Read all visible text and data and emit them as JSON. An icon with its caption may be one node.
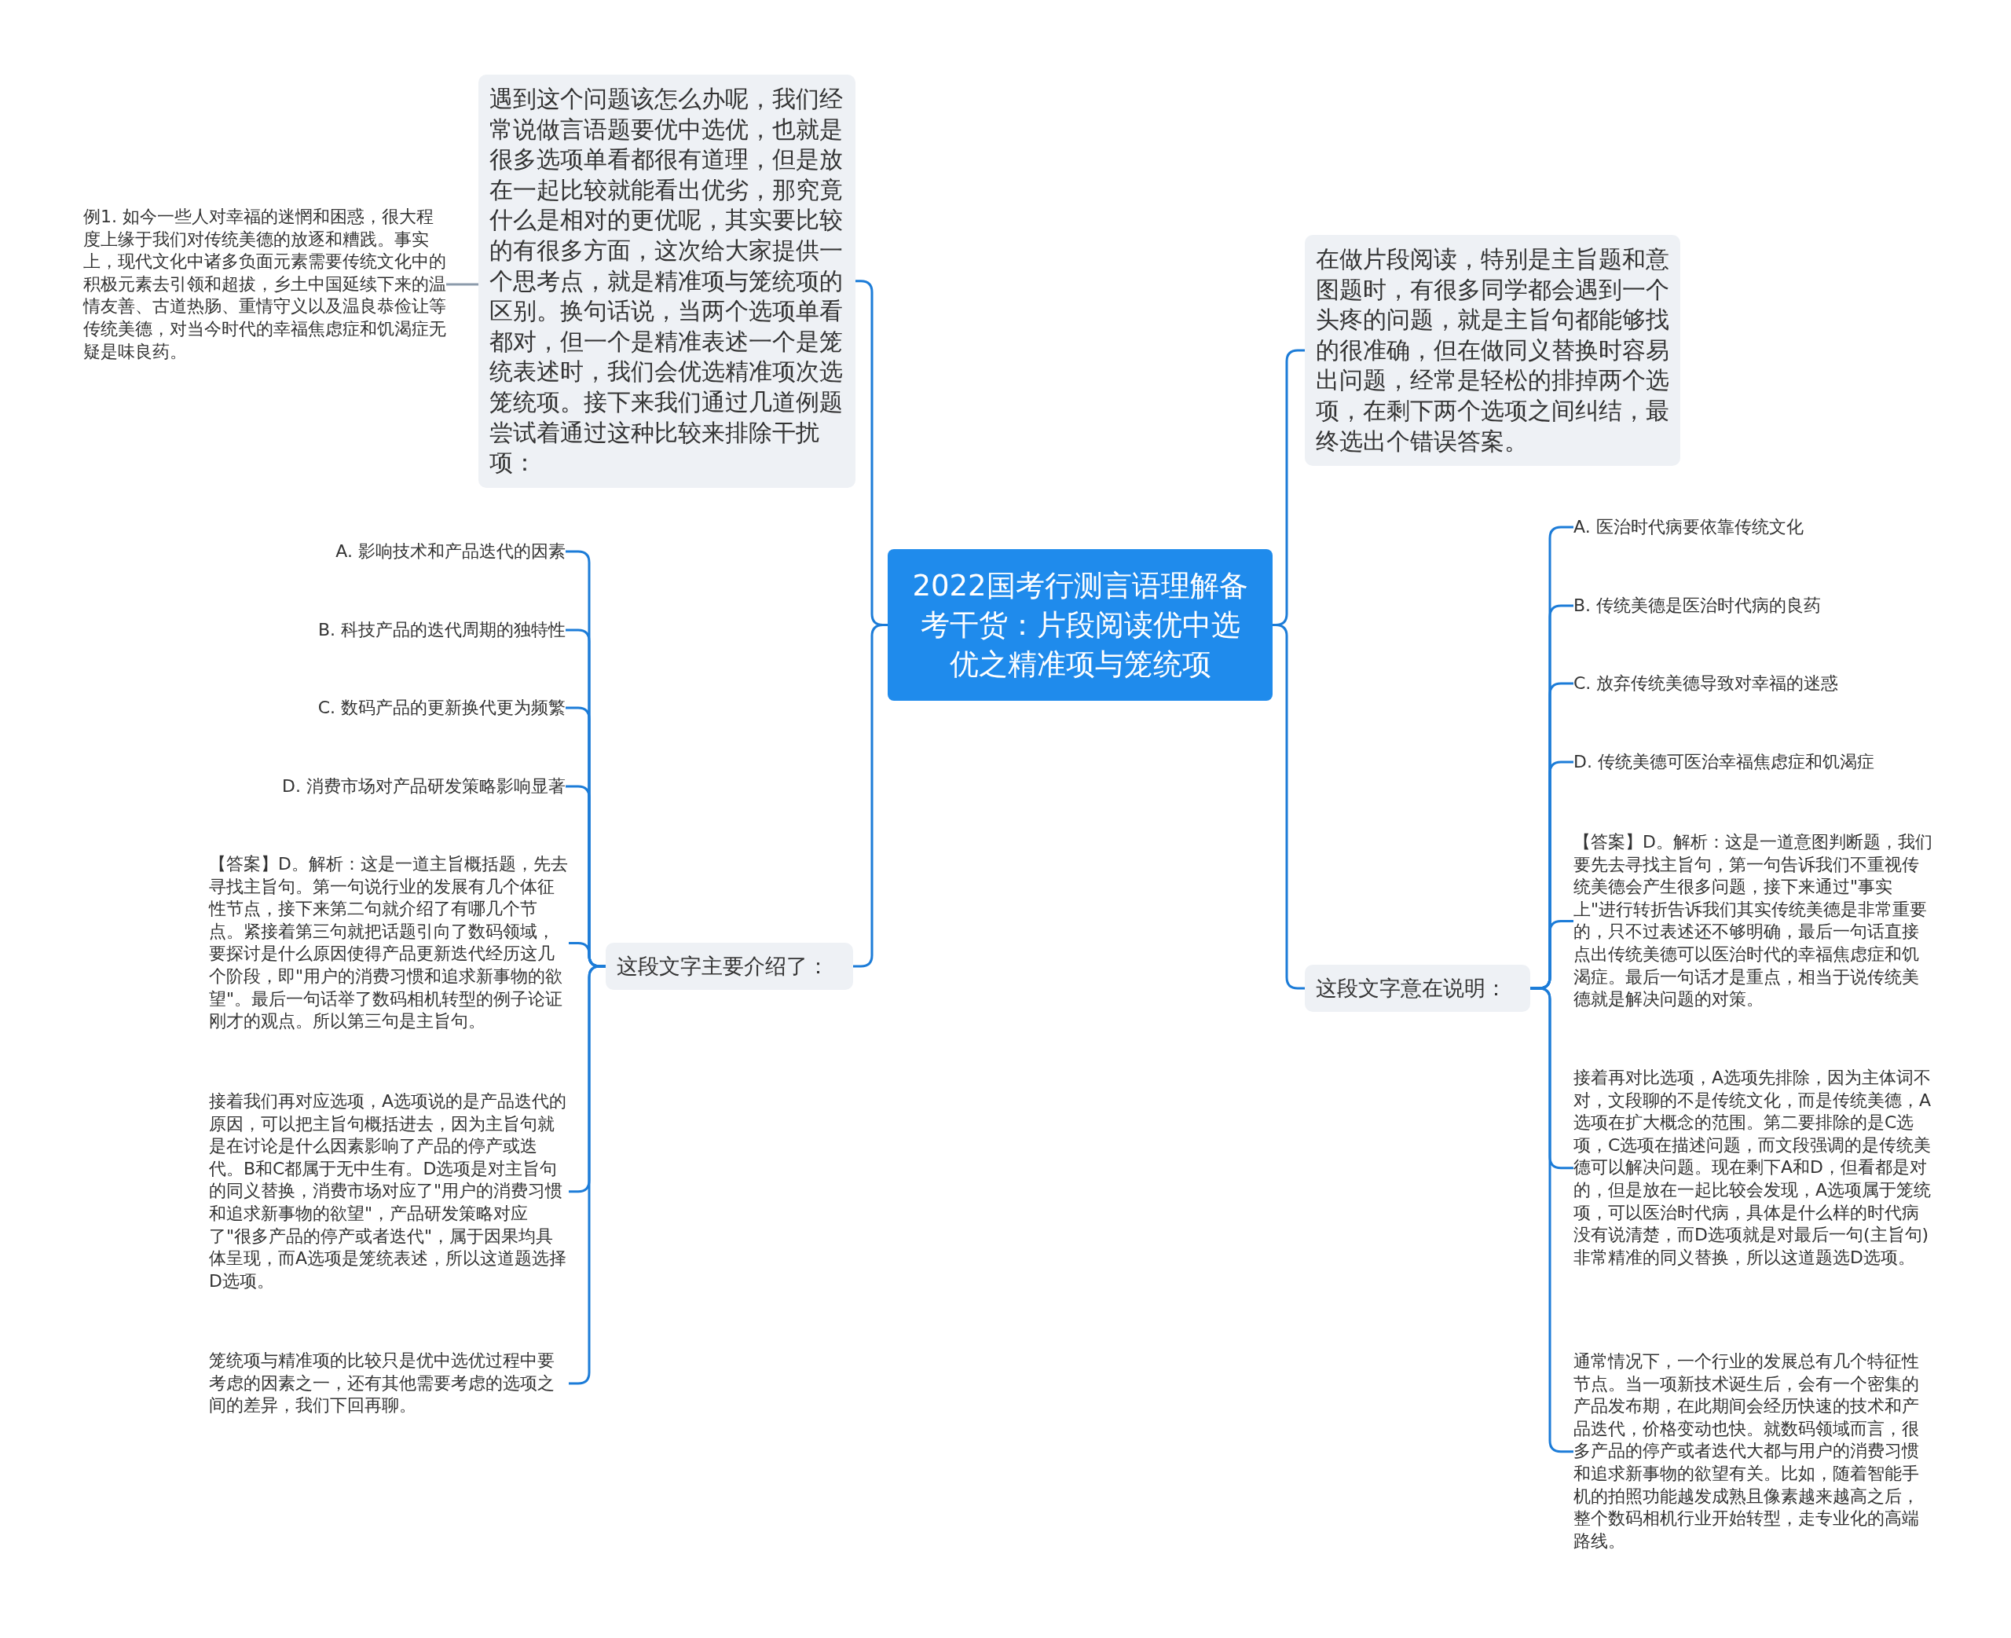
{
  "diagram": {
    "nodes": [
      {
        "text": [
          "2022国考行测言语理解备考干货：片段阅读优中选优之精准项与笼统项"
        ]
      },
      {
        "text": [
          "遇到这个问题该怎么办呢，我们经常说做言语题要优中选优，也就是很多选项单看都很有道理，但是放在一起比较就能看出优劣，那究竟什么是相对的更优呢，其实要比较的有很多方面，这次给大家提供一个思考点，就是精准项与笼统项的区别。换句话说，当两个选项单看都对，但一个是精准表述一个是笼统表述时，我们会优选精准项次选笼统项。接下来我们通过几道例题尝试着通过这种比较来排除干扰项："
        ]
      },
      {
        "text": [
          "例1. 如今一些人对幸福的迷惘和困惑，很大程度上缘于我们对传统美德的放逐和糟践。事实上，现代文化中诸多负面元素需要传统文化中的积极元素去引领和超拔，乡土中国延续下来的温情友善、古道热肠、重情守义以及温良恭俭让等传统美德，对当今时代的幸福焦虑症和饥渴症无疑是味良药。"
        ]
      },
      {
        "text": [
          "这段文字主要介绍了："
        ]
      },
      {
        "text": [
          "A. 影响技术和产品迭代的因素"
        ]
      },
      {
        "text": [
          "B. 科技产品的迭代周期的独特性"
        ]
      },
      {
        "text": [
          "C. 数码产品的更新换代更为频繁"
        ]
      },
      {
        "text": [
          "D. 消费市场对产品研发策略影响显著"
        ]
      },
      {
        "text": [
          "【答案】D。解析：这是一道主旨概括题，先去寻找主旨句。第一句说行业的发展有几个体征性节点，接下来第二句就介绍了有哪几个节点。紧接着第三句就把话题引向了数码领域，要探讨是什么原因使得产品更新迭代经历这几个阶段，即\"用户的消费习惯和追求新事物的欲望\"。最后一句话举了数码相机转型的例子论证刚才的观点。所以第三句是主旨句。"
        ]
      },
      {
        "text": [
          "接着我们再对应选项，A选项说的是产品迭代的原因，可以把主旨句概括进去，因为主旨句就是在讨论是什么因素影响了产品的停产或迭代。B和C都属于无中生有。D选项是对主旨句的同义替换，消费市场对应了\"用户的消费习惯和追求新事物的欲望\"，产品研发策略对应了\"很多产品的停产或者迭代\"，属于因果均具体呈现，而A选项是笼统表述，所以这道题选择D选项。"
        ]
      },
      {
        "text": [
          "笼统项与精准项的比较只是优中选优过程中要考虑的因素之一，还有其他需要考虑的选项之间的差异，我们下回再聊。"
        ]
      },
      {
        "text": [
          "在做片段阅读，特别是主旨题和意图题时，有很多同学都会遇到一个头疼的问题，就是主旨句都能够找的很准确，但在做同义替换时容易出问题，经常是轻松的排掉两个选项，在剩下两个选项之间纠结，最终选出个错误答案。"
        ]
      },
      {
        "text": [
          "这段文字意在说明："
        ]
      },
      {
        "text": [
          "A. 医治时代病要依靠传统文化"
        ]
      },
      {
        "text": [
          "B. 传统美德是医治时代病的良药"
        ]
      },
      {
        "text": [
          "C. 放弃传统美德导致对幸福的迷惑"
        ]
      },
      {
        "text": [
          "D. 传统美德可医治幸福焦虑症和饥渴症"
        ]
      },
      {
        "text": [
          "【答案】D。解析：这是一道意图判断题，我们要先去寻找主旨句，第一句告诉我们不重视传统美德会产生很多问题，接下来通过\"事实上\"进行转折告诉我们其实传统美德是非常重要的，只不过表述还不够明确，最后一句话直接点出传统美德可以医治时代的幸福焦虑症和饥渴症。最后一句话才是重点，相当于说传统美德就是解决问题的对策。"
        ]
      },
      {
        "text": [
          "接着再对比选项，A选项先排除，因为主体词不对，文段聊的不是传统文化，而是传统美德，A选项在扩大概念的范围。第二要排除的是C选项，C选项在描述问题，而文段强调的是传统美德可以解决问题。现在剩下A和D，但看都是对的，但是放在一起比较会发现，A选项属于笼统项，可以医治时代病，具体是什么样的时代病没有说清楚，而D选项就是对最后一句(主旨句)非常精准的同义替换，所以这道题选D选项。"
        ]
      },
      {
        "text": [
          "通常情况下，一个行业的发展总有几个特征性节点。当一项新技术诞生后，会有一个密集的产品发布期，在此期间会经历快速的技术和产品迭代，价格变动也快。就数码领域而言，很多产品的停产或者迭代大都与用户的消费习惯和追求新事物的欲望有关。比如，随着智能手机的拍照功能越发成熟且像素越来越高之后，整个数码相机行业开始转型，走专业化的高端路线。"
        ]
      }
    ],
    "edges": [
      {
        "from": 0,
        "to": 1,
        "arrow": "none"
      },
      {
        "from": 1,
        "to": 2,
        "arrow": "none",
        "color": "#8c9bab"
      },
      {
        "from": 0,
        "to": 3,
        "arrow": "none"
      },
      {
        "from": 3,
        "to": 4,
        "arrow": "none"
      },
      {
        "from": 3,
        "to": 5,
        "arrow": "none"
      },
      {
        "from": 3,
        "to": 6,
        "arrow": "none"
      },
      {
        "from": 3,
        "to": 7,
        "arrow": "none"
      },
      {
        "from": 3,
        "to": 8,
        "arrow": "none"
      },
      {
        "from": 3,
        "to": 9,
        "arrow": "none"
      },
      {
        "from": 3,
        "to": 10,
        "arrow": "none"
      },
      {
        "from": 0,
        "to": 11,
        "arrow": "none"
      },
      {
        "from": 0,
        "to": 12,
        "arrow": "none"
      },
      {
        "from": 12,
        "to": 13,
        "arrow": "none"
      },
      {
        "from": 12,
        "to": 14,
        "arrow": "none"
      },
      {
        "from": 12,
        "to": 15,
        "arrow": "none"
      },
      {
        "from": 12,
        "to": 16,
        "arrow": "none"
      },
      {
        "from": 12,
        "to": 17,
        "arrow": "none"
      },
      {
        "from": 12,
        "to": 18,
        "arrow": "none"
      },
      {
        "from": 12,
        "to": 19,
        "arrow": "none"
      }
    ]
  }
}
